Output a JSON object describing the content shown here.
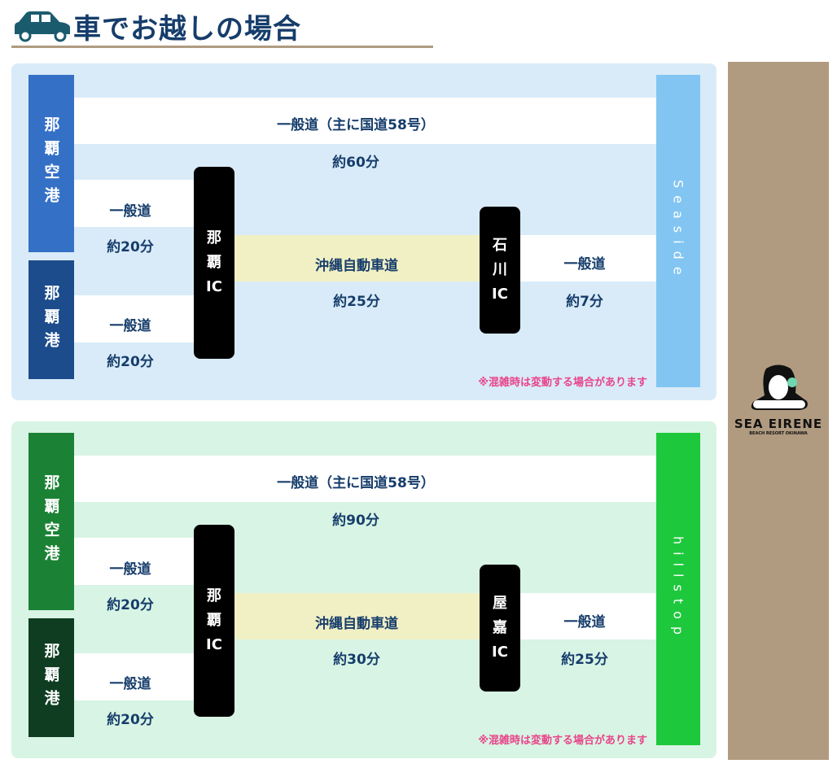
{
  "header": {
    "title": "車でお越しの場合"
  },
  "brand": {
    "name": "SEA EIRENE",
    "tagline": "BEACH RESORT OKINAWA"
  },
  "panels": [
    {
      "bg": "#d9ebf8",
      "airport_color": "#3470c6",
      "port_color": "#1c4c8c",
      "dest_color": "#82c5f2",
      "airport": "那覇空港",
      "port": "那覇港",
      "ic1": [
        "那",
        "覇",
        "IC"
      ],
      "ic2": [
        "石",
        "川",
        "IC"
      ],
      "route_main": "一般道（主に国道58号）",
      "time_main": "約60分",
      "route_airport": "一般道",
      "time_airport": "約20分",
      "route_port": "一般道",
      "time_port": "約20分",
      "route_exp": "沖縄自動車道",
      "time_exp": "約25分",
      "route_last": "一般道",
      "time_last": "約7分",
      "destination": "Seaside",
      "note": "※混雑時は変動する場合があります"
    },
    {
      "bg": "#d8f4e4",
      "airport_color": "#1b8235",
      "port_color": "#0e3d21",
      "dest_color": "#1ec83c",
      "airport": "那覇空港",
      "port": "那覇港",
      "ic1": [
        "那",
        "覇",
        "IC"
      ],
      "ic2": [
        "屋",
        "嘉",
        "IC"
      ],
      "route_main": "一般道（主に国道58号）",
      "time_main": "約90分",
      "route_airport": "一般道",
      "time_airport": "約20分",
      "route_port": "一般道",
      "time_port": "約20分",
      "route_exp": "沖縄自動車道",
      "time_exp": "約30分",
      "route_last": "一般道",
      "time_last": "約25分",
      "destination": "hillstop",
      "note": "※混雑時は変動する場合があります"
    }
  ]
}
